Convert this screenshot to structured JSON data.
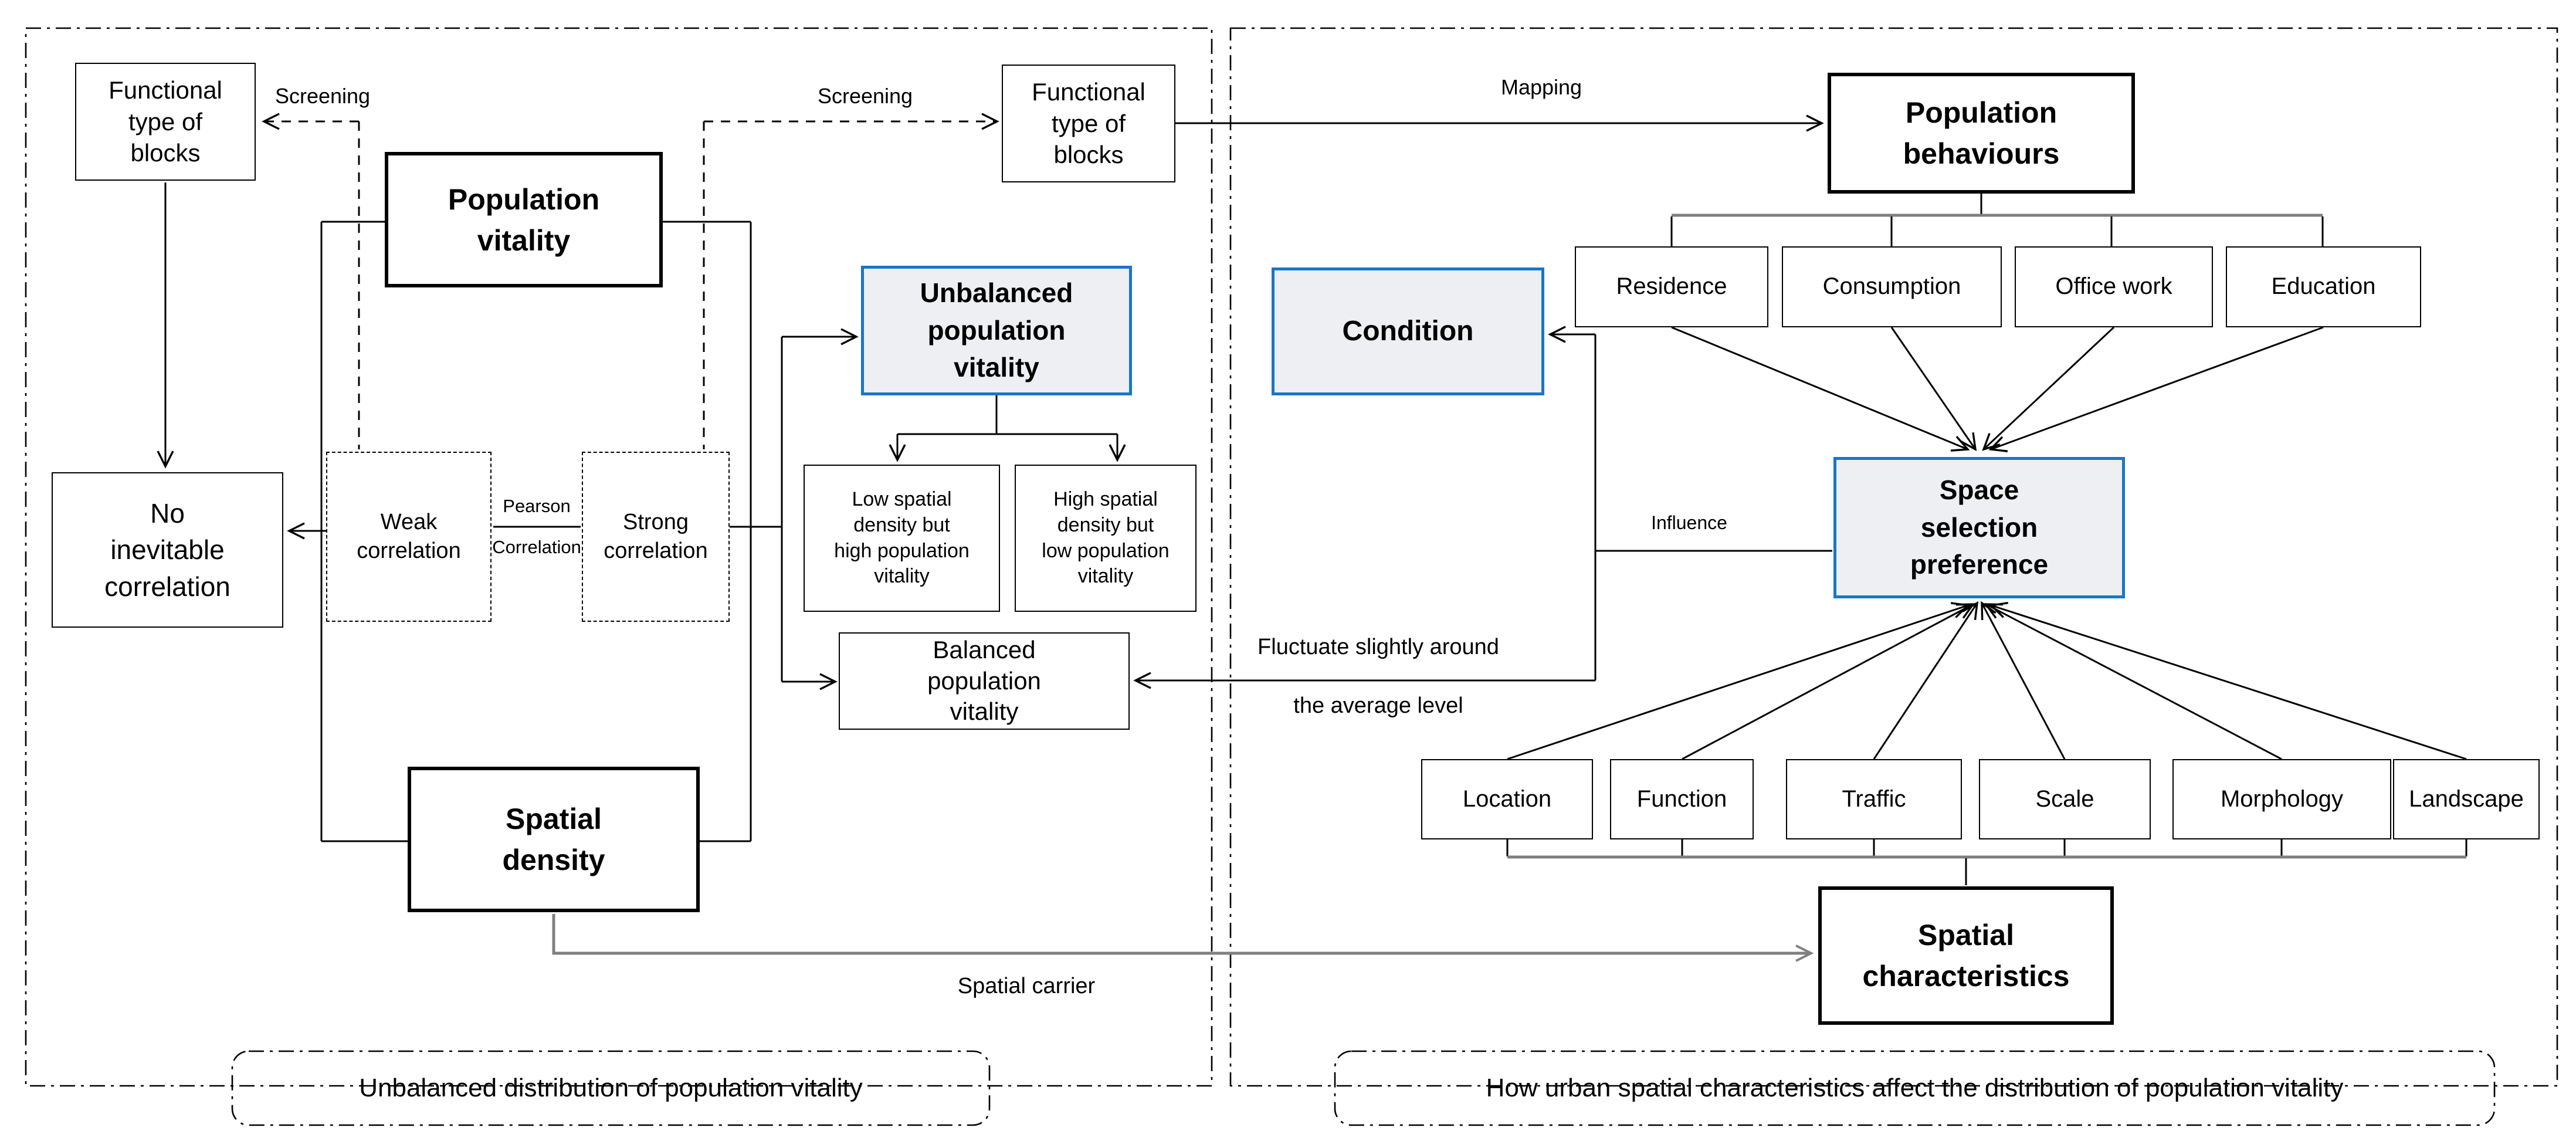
{
  "colors": {
    "accent_blue": "#1a75c8",
    "box_fill_blue": "#edeff2",
    "grey_line": "#7f7f7f",
    "line_black": "#000000"
  },
  "panels": {
    "left": {
      "label": "Unbalanced distribution of population vitality"
    },
    "right": {
      "label": "How urban spatial characteristics affect the distribution of population vitality"
    }
  },
  "nodes": {
    "functional_blocks_left": "Functional\ntype of\nblocks",
    "functional_blocks_mid": "Functional\ntype of\nblocks",
    "population_vitality": "Population\nvitality",
    "no_inevitable_correlation": "No\ninevitable\ncorrelation",
    "weak_correlation": "Weak\ncorrelation",
    "strong_correlation": "Strong\ncorrelation",
    "spatial_density": "Spatial\ndensity",
    "unbalanced_population_vitality": "Unbalanced\npopulation\nvitality",
    "low_spatial": "Low spatial\ndensity but\nhigh population\nvitality",
    "high_spatial": "High spatial\ndensity but\nlow population\nvitality",
    "balanced_population_vitality": "Balanced\npopulation\nvitality",
    "condition": "Condition",
    "population_behaviours": "Population\nbehaviours",
    "residence": "Residence",
    "consumption": "Consumption",
    "office_work": "Office work",
    "education": "Education",
    "space_selection_preference": "Space\nselection\npreference",
    "location": "Location",
    "function": "Function",
    "traffic": "Traffic",
    "scale": "Scale",
    "morphology": "Morphology",
    "landscape": "Landscape",
    "spatial_characteristics": "Spatial\ncharacteristics"
  },
  "edge_labels": {
    "screening_left": "Screening",
    "screening_mid": "Screening",
    "mapping": "Mapping",
    "pearson_top": "Pearson",
    "pearson_bottom": "Correlation",
    "influence": "Influence",
    "fluctuate_line1": "Fluctuate slightly around",
    "fluctuate_line2": "the average level",
    "spatial_carrier": "Spatial carrier"
  }
}
